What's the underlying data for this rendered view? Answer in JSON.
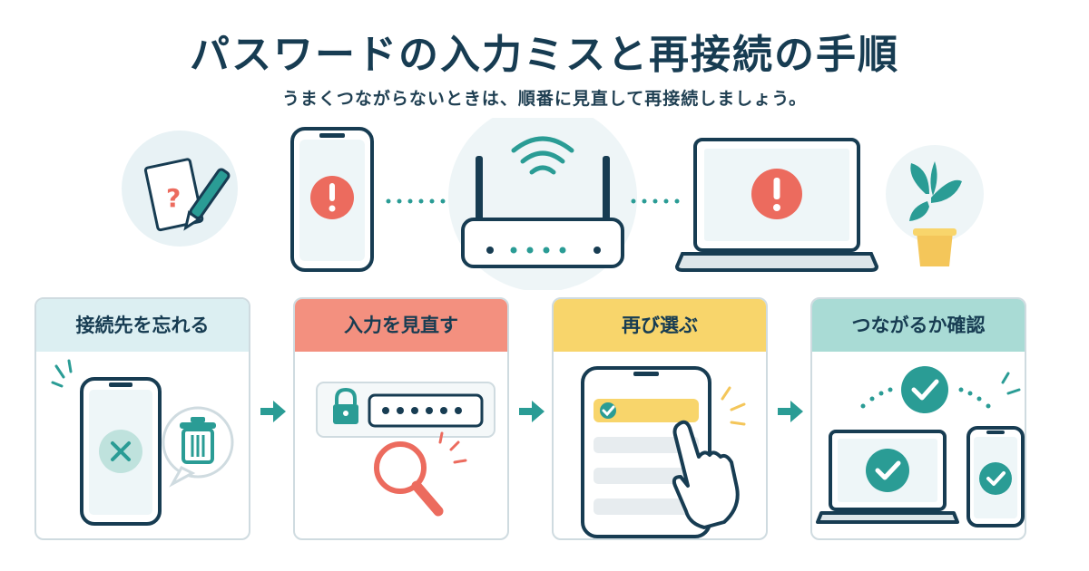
{
  "title": "パスワードの入力ミスと再接続の手順",
  "subtitle": "うまくつながらないときは、順番に見直して再接続しましょう。",
  "colors": {
    "navy": "#173c52",
    "teal": "#2a9c95",
    "coral": "#ec6b5e",
    "yellow": "#f8d56b",
    "pale_blue": "#e1f0f3",
    "light_teal": "#bfe2dd"
  },
  "steps": [
    {
      "label": "接続先を忘れる",
      "header_color": "#dceff2",
      "icon": "trash-icon"
    },
    {
      "label": "入力を見直す",
      "header_color": "#f3907f",
      "icon": "magnifier-icon"
    },
    {
      "label": "再び選ぶ",
      "header_color": "#f8d56b",
      "icon": "pointer-hand-icon"
    },
    {
      "label": "つながるか確認",
      "header_color": "#a9dbd5",
      "icon": "check-icon"
    }
  ],
  "password_mask": "••••••"
}
